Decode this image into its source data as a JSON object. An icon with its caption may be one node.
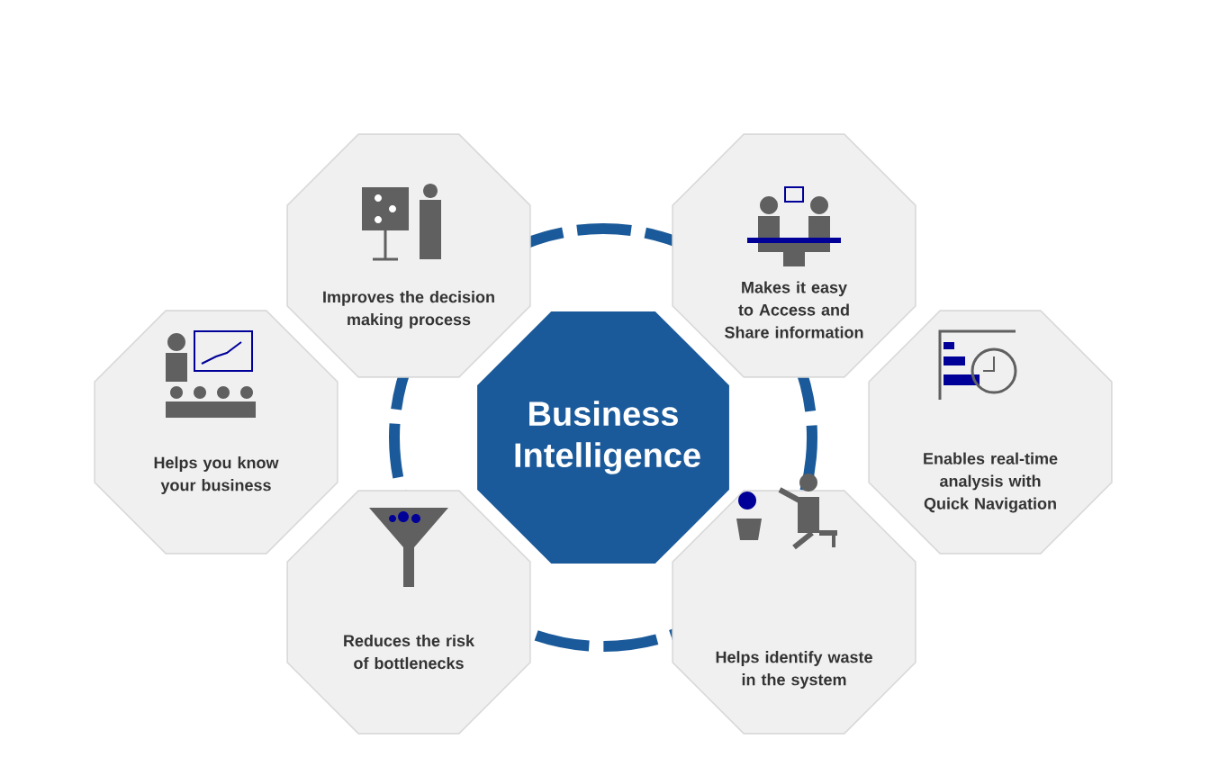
{
  "diagram": {
    "nodes": [
      {
        "text": [
          "Improves the decision making process"
        ]
      },
      {
        "text": [
          "Makes it easy to Access and Share information"
        ]
      },
      {
        "text": [
          "Helps you know your business"
        ]
      },
      {
        "text": [
          "Business Intelligence"
        ]
      },
      {
        "text": [
          "Enables real-time analysis with Quick Navigation"
        ]
      },
      {
        "text": [
          "Reduces the risk of bottlenecks"
        ]
      },
      {
        "text": [
          "Helps identify waste in the system"
        ]
      }
    ]
  }
}
